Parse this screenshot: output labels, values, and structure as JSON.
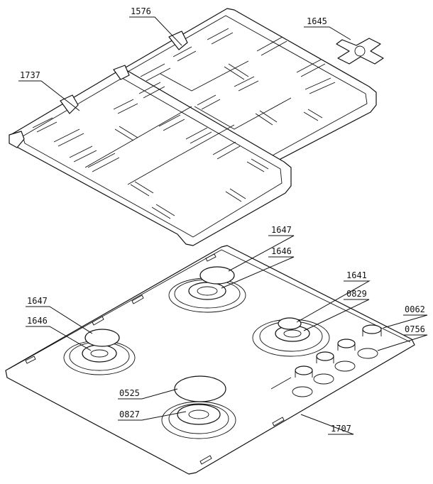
{
  "callouts": [
    {
      "id": "grate_right_top",
      "text": "1576"
    },
    {
      "id": "grate_left_top",
      "text": "1737"
    },
    {
      "id": "wok_support",
      "text": "1645"
    },
    {
      "id": "cap_back",
      "text": "1647"
    },
    {
      "id": "crown_back",
      "text": "1646"
    },
    {
      "id": "cap_right",
      "text": "1641"
    },
    {
      "id": "crown_right",
      "text": "0829"
    },
    {
      "id": "knob",
      "text": "0062"
    },
    {
      "id": "knob_seat",
      "text": "0756"
    },
    {
      "id": "cap_left",
      "text": "1647"
    },
    {
      "id": "crown_left",
      "text": "1646"
    },
    {
      "id": "cap_front",
      "text": "0525"
    },
    {
      "id": "crown_front",
      "text": "0827"
    },
    {
      "id": "hob_plate",
      "text": "1707"
    }
  ]
}
